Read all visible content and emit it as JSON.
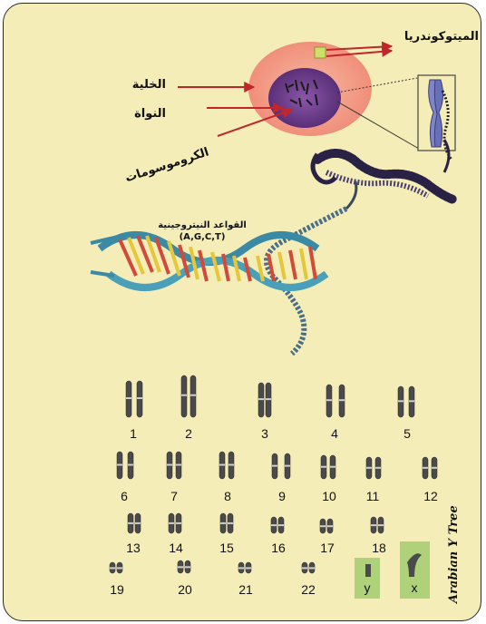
{
  "labels": {
    "cell": "الخلية",
    "nucleus": "النواة",
    "chromosomes": "الكروموسومات",
    "mitochondria": "الميتوكوندريا",
    "bases_title": "القواعد النيتروجينية",
    "bases": "(A,G,C,T)"
  },
  "karyotype": {
    "numbers": [
      "1",
      "2",
      "3",
      "4",
      "5",
      "6",
      "7",
      "8",
      "9",
      "10",
      "11",
      "12",
      "13",
      "14",
      "15",
      "16",
      "17",
      "18",
      "19",
      "20",
      "21",
      "22",
      "y",
      "x"
    ]
  },
  "signature": "Arabian Y Tree",
  "colors": {
    "background": "#f4edb7",
    "cell": "#f2a58a",
    "nucleus": "#6b3d8c",
    "arrow": "#c0262a",
    "sex_highlight": "#aed17a",
    "chromosome": "#4a4a4a"
  }
}
